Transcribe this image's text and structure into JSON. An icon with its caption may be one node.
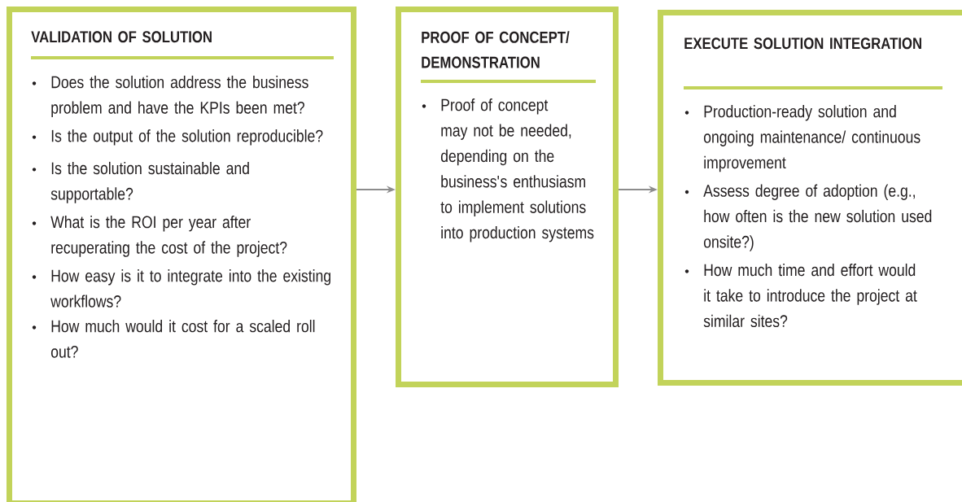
{
  "diagram": {
    "nodes": [
      {
        "text": [
          "VALIDATION OF SOLUTION",
          "Does the solution address the business problem and have the KPIs been met?",
          "Is the output of the solution reproducible?",
          "Is the solution sustainable and supportable?",
          "What is the ROI per year after recuperating the cost of the project?",
          "How easy is it to integrate into the existing workflows?",
          "How much would it cost for a scaled roll out?"
        ]
      },
      {
        "text": [
          "PROOF OF CONCEPT/ DEMONSTRATION",
          "Proof of concept may not be needed, depending on the business's enthusiasm to implement solutions into production systems"
        ]
      },
      {
        "text": [
          "EXECUTE SOLUTION INTEGRATION",
          "Production-ready solution and ongoing maintenance/ continuous improvement",
          "Assess degree of adoption (e.g., how often is the new solution used onsite?)",
          "How much time and effort would it take to introduce the project at similar sites?"
        ]
      }
    ],
    "edges": [
      {
        "from": 0,
        "to": 1,
        "arrow": "to"
      },
      {
        "from": 1,
        "to": 2,
        "arrow": "to"
      }
    ]
  }
}
